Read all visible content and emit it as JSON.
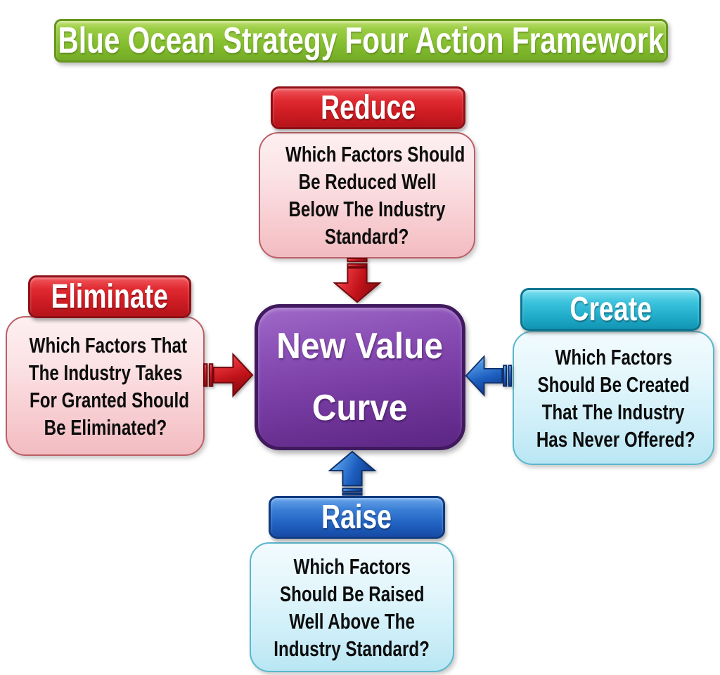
{
  "title": "Blue Ocean Strategy Four Action Framework",
  "center": {
    "lines": [
      "New Value",
      "Curve"
    ],
    "color": "#7b3fa6"
  },
  "nodes": {
    "reduce": {
      "label": "Reduce",
      "question_lines": [
        "Which Factors Should",
        "Be Reduced Well",
        "Below The Industry",
        "Standard?"
      ],
      "header_color": "#d6222a",
      "body_color": "#f9dadd"
    },
    "eliminate": {
      "label": "Eliminate",
      "question_lines": [
        "Which Factors That",
        "The Industry Takes",
        "For Granted Should",
        "Be Eliminated?"
      ],
      "header_color": "#d6222a",
      "body_color": "#f9dadd"
    },
    "create": {
      "label": "Create",
      "question_lines": [
        "Which Factors",
        "Should Be Created",
        "That The Industry",
        "Has Never Offered?"
      ],
      "header_color": "#2fb9d6",
      "body_color": "#d9f2fa"
    },
    "raise": {
      "label": "Raise",
      "question_lines": [
        "Which Factors",
        "Should Be Raised",
        "Well Above The",
        "Industry Standard?"
      ],
      "header_color": "#2a6fc9",
      "body_color": "#d9f2fa"
    }
  },
  "arrows": [
    {
      "from": "reduce",
      "to": "new-value-curve",
      "direction": "down",
      "color": "#d6222a"
    },
    {
      "from": "eliminate",
      "to": "new-value-curve",
      "direction": "right",
      "color": "#d6222a"
    },
    {
      "from": "create",
      "to": "new-value-curve",
      "direction": "left",
      "color": "#2a6fc9"
    },
    {
      "from": "raise",
      "to": "new-value-curve",
      "direction": "up",
      "color": "#2a6fc9"
    }
  ],
  "colors": {
    "title_banner_green": "#86bf30",
    "red": "#d6222a",
    "pink": "#f9dadd",
    "cyan": "#2fb9d6",
    "light_blue": "#d9f2fa",
    "blue": "#2a6fc9",
    "purple": "#7b3fa6",
    "text_dark": "#0d0d0d",
    "text_light": "#ffffff",
    "background": "#ffffff"
  }
}
